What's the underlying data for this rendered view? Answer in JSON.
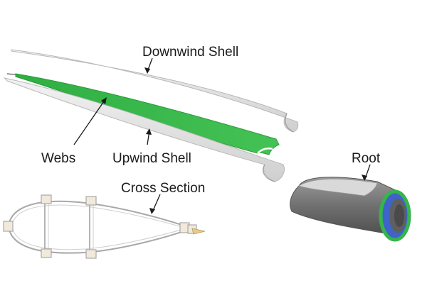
{
  "labels": {
    "downwind_shell": "Downwind Shell",
    "webs": "Webs",
    "upwind_shell": "Upwind Shell",
    "root": "Root",
    "cross_section": "Cross Section"
  },
  "colors": {
    "shell_fill": "#e2e2e2",
    "shell_edge": "#b9b9b9",
    "web_green": "#39b54a",
    "root_dark": "#707070",
    "root_inner_blue": "#3f63c9",
    "section_line": "#a9a9a9"
  }
}
